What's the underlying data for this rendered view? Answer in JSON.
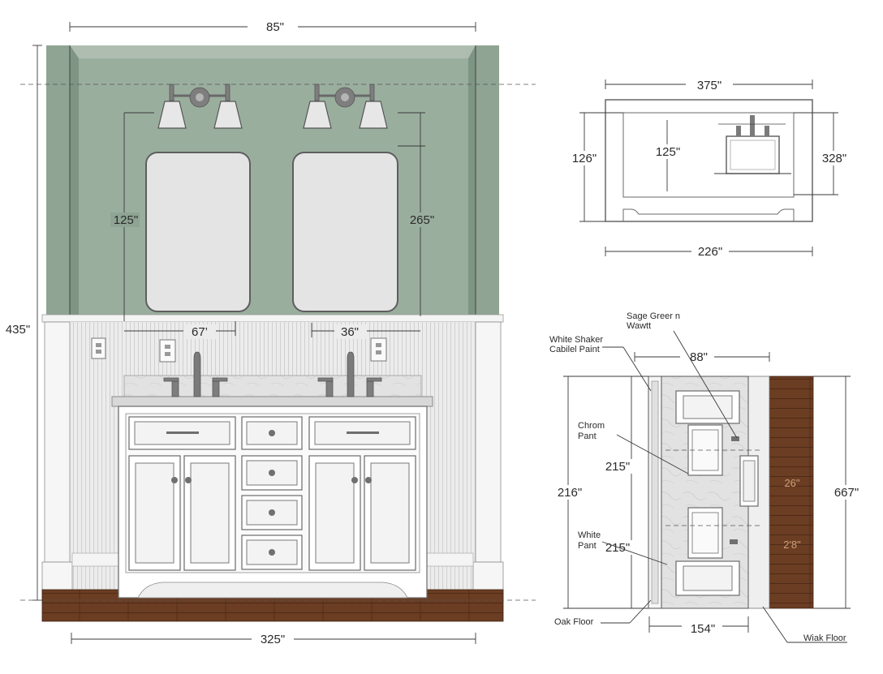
{
  "elevation": {
    "width_top": "85\"",
    "height_total": "435\"",
    "mirror_height_left": "125\"",
    "mirror_height_right": "265\"",
    "mirror_spacing_left": "67’",
    "mirror_spacing_right": "36\"",
    "floor_width": "325\""
  },
  "plan": {
    "width_top": "375\"",
    "depth_left": "126\"",
    "depth_inner": "125\"",
    "depth_right": "328\"",
    "width_bottom": "226\""
  },
  "section": {
    "width_top": "88\"",
    "height_left": "216\"",
    "height_upper": "215\"",
    "height_lower": "215\"",
    "height_right": "667\"",
    "width_bottom": "154\"",
    "wood_mark_upper": "26\"",
    "wood_mark_lower": "2'8\""
  },
  "callouts": {
    "sage_green": [
      "Sage Greer n",
      "Wawtt"
    ],
    "white_shaker": [
      "White Shaker",
      "Cabilel Paint"
    ],
    "chrome": [
      "Chrom",
      "Pant"
    ],
    "white_paint": [
      "White",
      "Pant"
    ],
    "oak_floor": "Oak Floor",
    "wiak_floor": "Wiak Floor"
  },
  "colors": {
    "sage_wall": "#8fa493",
    "wainscot": "#ececec",
    "oak_floor": "#6b3d22",
    "countertop": "#dcdcdc",
    "chrome": "#7e7e7e"
  }
}
